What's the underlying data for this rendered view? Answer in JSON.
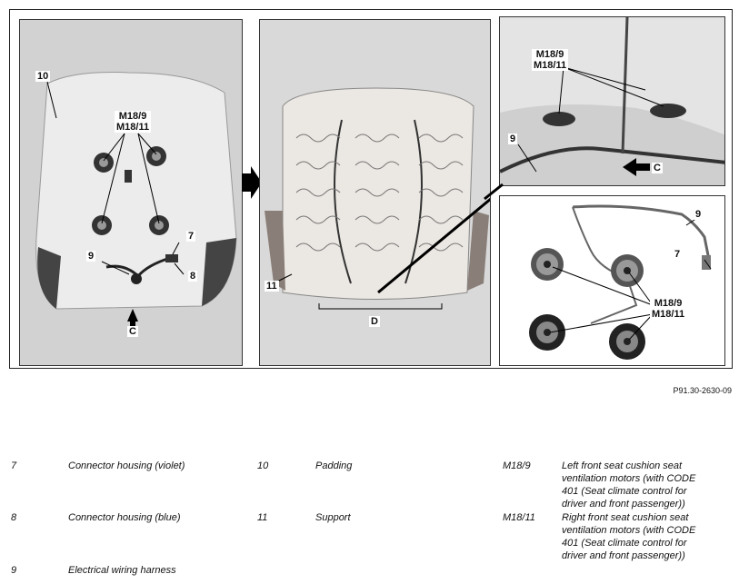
{
  "figure": {
    "panel_a": {
      "labels": {
        "padding": "10",
        "motors_line1": "M18/9",
        "motors_line2": "M18/11",
        "connector_violet": "7",
        "harness": "9",
        "connector_blue": "8",
        "view_c": "C"
      }
    },
    "panel_b": {
      "labels": {
        "support": "11",
        "view_d": "D"
      }
    },
    "panel_c": {
      "labels": {
        "motors_line1": "M18/9",
        "motors_line2": "M18/11",
        "harness": "9",
        "view_c": "C"
      }
    },
    "panel_d": {
      "labels": {
        "harness": "9",
        "connector_violet": "7",
        "motors_line1": "M18/9",
        "motors_line2": "M18/11"
      }
    },
    "figure_id": "P91.30-2630-09"
  },
  "legend": [
    {
      "num": "7",
      "desc": "Connector housing (violet)"
    },
    {
      "num": "8",
      "desc": "Connector housing (blue)"
    },
    {
      "num": "9",
      "desc": "Electrical wiring harness"
    },
    {
      "num": "10",
      "desc": "Padding"
    },
    {
      "num": "11",
      "desc": "Support"
    },
    {
      "num": "M18/9",
      "desc_lines": [
        "Left front seat cushion seat",
        "ventilation motors (with CODE",
        "401 (Seat climate control for",
        "driver and front passenger))"
      ]
    },
    {
      "num": "M18/11",
      "desc_lines": [
        "Right front seat cushion seat",
        "ventilation motors (with CODE",
        "401 (Seat climate control for",
        "driver and front passenger))"
      ]
    }
  ]
}
